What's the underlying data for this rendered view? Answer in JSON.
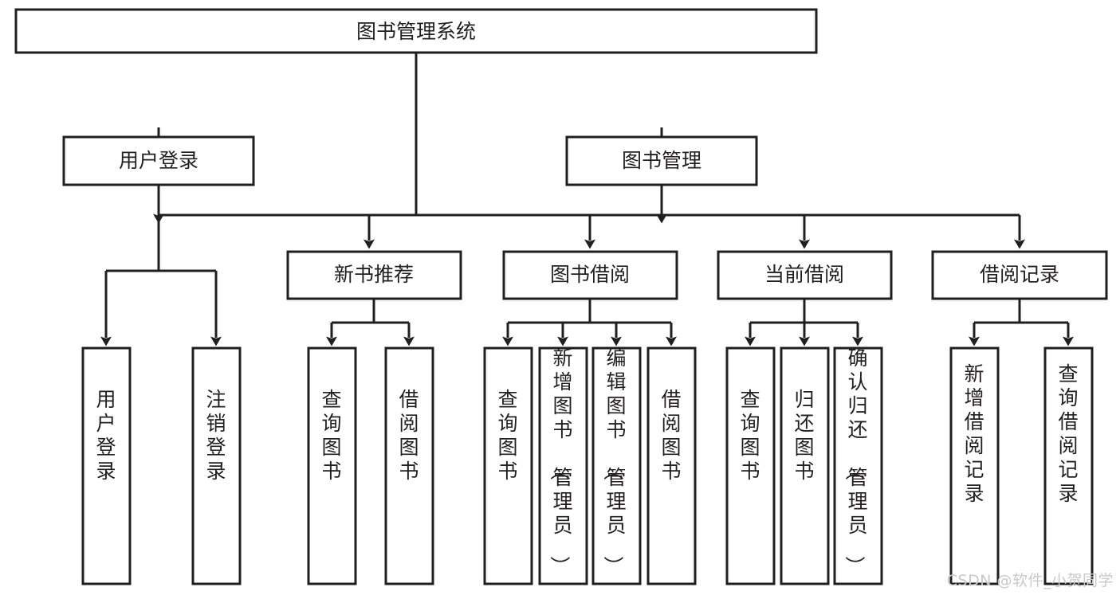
{
  "diagram": {
    "type": "tree-hierarchy",
    "title": "图书管理系统",
    "watermark": "CSDN @软件_小贺同学",
    "colors": {
      "stroke": "#1f1f1f",
      "fill": "#ffffff",
      "text": "#231f20",
      "watermark": "#c9c9c9"
    },
    "levels": [
      {
        "level": 1,
        "nodes": [
          {
            "id": "root",
            "label": "图书管理系统",
            "orientation": "horizontal"
          }
        ]
      },
      {
        "level": 2,
        "nodes": [
          {
            "id": "user-login",
            "label": "用户登录",
            "orientation": "horizontal",
            "parent": "root"
          },
          {
            "id": "book-manage",
            "label": "图书管理",
            "orientation": "horizontal",
            "parent": "root"
          }
        ]
      },
      {
        "level": 3,
        "nodes": [
          {
            "id": "new-book-rec",
            "label": "新书推荐",
            "orientation": "horizontal",
            "parent": "book-manage"
          },
          {
            "id": "book-borrow",
            "label": "图书借阅",
            "orientation": "horizontal",
            "parent": "book-manage"
          },
          {
            "id": "current-borrow",
            "label": "当前借阅",
            "orientation": "horizontal",
            "parent": "book-manage"
          },
          {
            "id": "borrow-record",
            "label": "借阅记录",
            "orientation": "horizontal",
            "parent": "book-manage"
          }
        ]
      },
      {
        "level": 4,
        "nodes": [
          {
            "id": "leaf-user-login",
            "label": "用户登录",
            "orientation": "vertical",
            "parent": "user-login"
          },
          {
            "id": "leaf-logout-login",
            "label": "注销登录",
            "orientation": "vertical",
            "parent": "user-login"
          },
          {
            "id": "leaf-query-book-1",
            "label": "查询图书",
            "orientation": "vertical",
            "parent": "new-book-rec"
          },
          {
            "id": "leaf-borrow-book-1",
            "label": "借阅图书",
            "orientation": "vertical",
            "parent": "new-book-rec"
          },
          {
            "id": "leaf-query-book-2",
            "label": "查询图书",
            "orientation": "vertical",
            "parent": "book-borrow"
          },
          {
            "id": "leaf-add-book",
            "label": "新增图书（管理员）",
            "orientation": "vertical",
            "parent": "book-borrow"
          },
          {
            "id": "leaf-edit-book",
            "label": "编辑图书（管理员）",
            "orientation": "vertical",
            "parent": "book-borrow"
          },
          {
            "id": "leaf-borrow-book-2",
            "label": "借阅图书",
            "orientation": "vertical",
            "parent": "book-borrow"
          },
          {
            "id": "leaf-query-book-3",
            "label": "查询图书",
            "orientation": "vertical",
            "parent": "current-borrow"
          },
          {
            "id": "leaf-return-book",
            "label": "归还图书",
            "orientation": "vertical",
            "parent": "current-borrow"
          },
          {
            "id": "leaf-confirm-return",
            "label": "确认归还（管理员）",
            "orientation": "vertical",
            "parent": "current-borrow"
          },
          {
            "id": "leaf-add-record",
            "label": "新增借阅记录",
            "orientation": "vertical",
            "parent": "borrow-record"
          },
          {
            "id": "leaf-query-record",
            "label": "查询借阅记录",
            "orientation": "vertical",
            "parent": "borrow-record"
          }
        ]
      }
    ]
  }
}
